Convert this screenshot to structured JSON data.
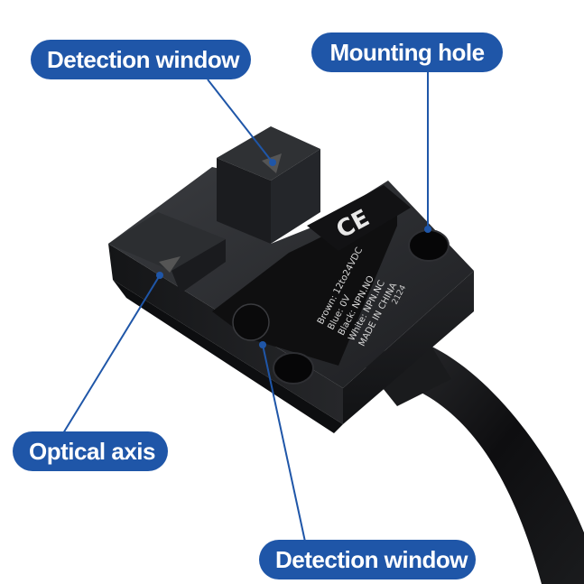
{
  "callouts": {
    "top_left": "Detection window",
    "top_right": "Mounting hole",
    "bottom_left": "Optical axis",
    "bottom_center": "Detection window"
  },
  "device_label": {
    "ce_mark": "CE",
    "lines": [
      "Brown: 12to24VDC",
      "Blue:  0V",
      "Black: NPN.NO",
      "White: NPN.NC",
      "MADE IN CHINA"
    ],
    "code": "2124"
  },
  "colors": {
    "callout_bg": "#1f56a8",
    "callout_text": "#ffffff",
    "leader_line": "#1f56a8",
    "body_dark": "#1b1c1e",
    "label_plate": "#0f0f10"
  }
}
